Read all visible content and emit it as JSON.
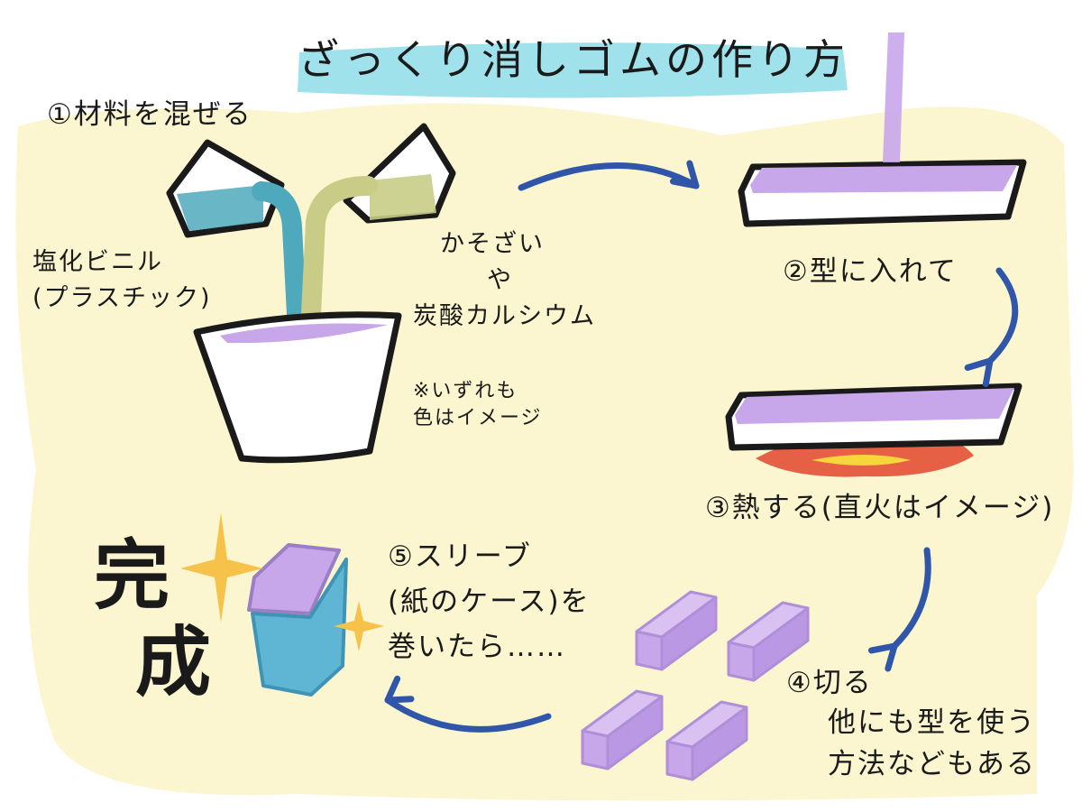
{
  "title": "ざっくり消しゴムの作り方",
  "steps": {
    "s1": "①材料を混ぜる",
    "s2": "②型に入れて",
    "s3": "③熱する(直火はイメージ)",
    "s4": "④切る",
    "s4_note": [
      "他にも型を使う",
      "方法などもある"
    ],
    "s5": [
      "⑤スリーブ",
      "(紙のケース)を",
      "巻いたら……"
    ]
  },
  "labels": {
    "pvc": [
      "塩化ビニル",
      "(プラスチック)"
    ],
    "plasticizer": [
      "かそざい",
      "や",
      "炭酸カルシウム"
    ],
    "color_note": [
      "※いずれも",
      "色はイメージ"
    ]
  },
  "done": [
    "完",
    "成"
  ],
  "colors": {
    "paper": "#fbf6cf",
    "title_highlight": "#7fd8e6",
    "eraser_purple": "#c7a6ea",
    "pvc_blue": "#4fa9bd",
    "plasticizer_green": "#c8cc86",
    "arrow_blue": "#2f56a8",
    "fire_red": "#e2452e",
    "fire_yellow": "#f6d63a",
    "sleeve_blue": "#5eb6d4",
    "sparkle": "#f7c24a",
    "ink": "#1a1a1a"
  }
}
